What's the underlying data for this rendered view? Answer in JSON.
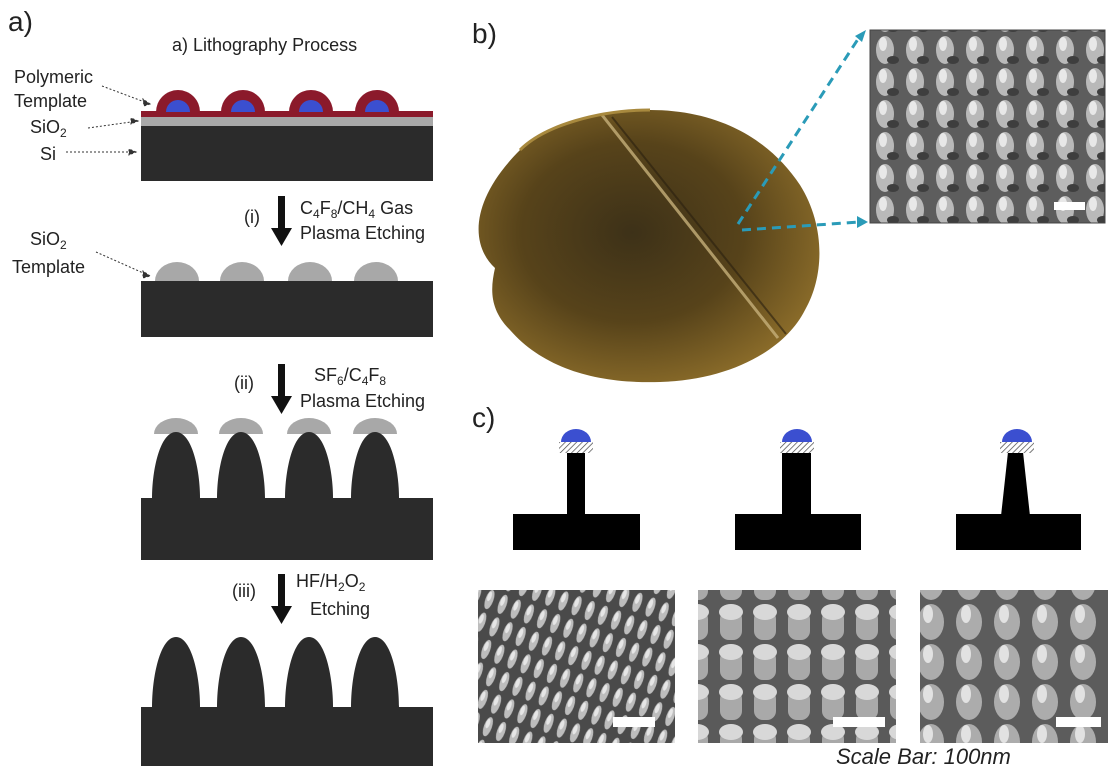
{
  "panels": {
    "a": "a)",
    "b": "b)",
    "c": "c)"
  },
  "title": "a) Lithography Process",
  "layers": {
    "polymeric_1": "Polymeric",
    "polymeric_2": "Template",
    "sio2": "SiO",
    "sio2_sub": "2",
    "si": "Si"
  },
  "template_label": {
    "line1": "SiO",
    "line1_sub": "2",
    "line2": "Template"
  },
  "steps": [
    {
      "num": "(i)",
      "line1": [
        "C",
        "4",
        "F",
        "8",
        "/CH",
        "4",
        " Gas"
      ],
      "line2": "Plasma Etching"
    },
    {
      "num": "(ii)",
      "line1": [
        "SF",
        "6",
        "/C",
        "4",
        "F",
        "8"
      ],
      "line2": "Plasma Etching"
    },
    {
      "num": "(iii)",
      "line1": [
        "HF/H",
        "2",
        "O",
        "2"
      ],
      "line2": "Etching"
    }
  ],
  "scale_bar": "Scale Bar: 100nm",
  "colors": {
    "silicon": "#2b2b2b",
    "oxide": "#a8a8a8",
    "polymer": "#8b1a2b",
    "core": "#3b4fd0",
    "arrow": "#2a9bb8",
    "wafer": "#6b5320"
  }
}
